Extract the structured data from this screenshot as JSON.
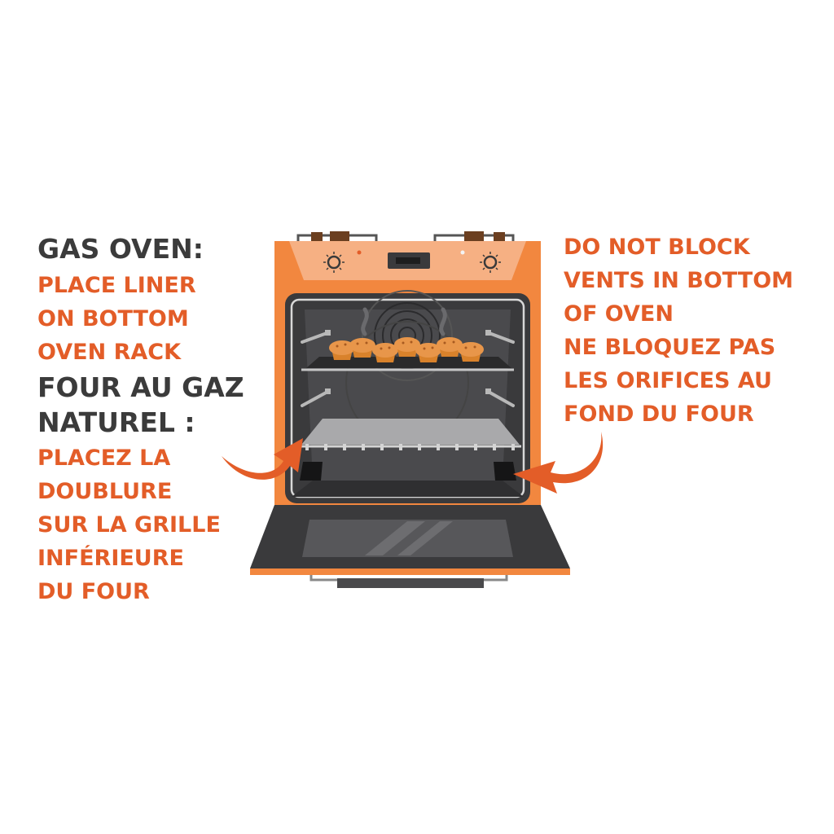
{
  "left_text": {
    "gas_oven_heading": "GAS OVEN:",
    "gas_oven_lines": [
      "PLACE LINER",
      "ON BOTTOM",
      "OVEN RACK"
    ],
    "four_gaz_heading": [
      "FOUR AU GAZ",
      "NATUREL :"
    ],
    "four_gaz_lines": [
      "PLACEZ LA",
      "DOUBLURE",
      "SUR LA GRILLE",
      "INFÉRIEURE",
      "DU FOUR"
    ]
  },
  "right_text": {
    "english_lines": [
      "DO NOT BLOCK",
      "VENTS IN BOTTOM",
      "OF OVEN"
    ],
    "french_lines": [
      "NE BLOQUEZ PAS",
      "LES ORIFICES AU",
      "FOND DU FOUR"
    ]
  },
  "colors": {
    "accent": "#e35d28",
    "oven_body": "#f2873f",
    "oven_interior": "#3a3a3c",
    "heading_text": "#3b3b3b"
  },
  "icons": [
    "oven-illustration",
    "muffin-icon",
    "fan-icon",
    "arrow-icon",
    "control-knob-icon"
  ]
}
